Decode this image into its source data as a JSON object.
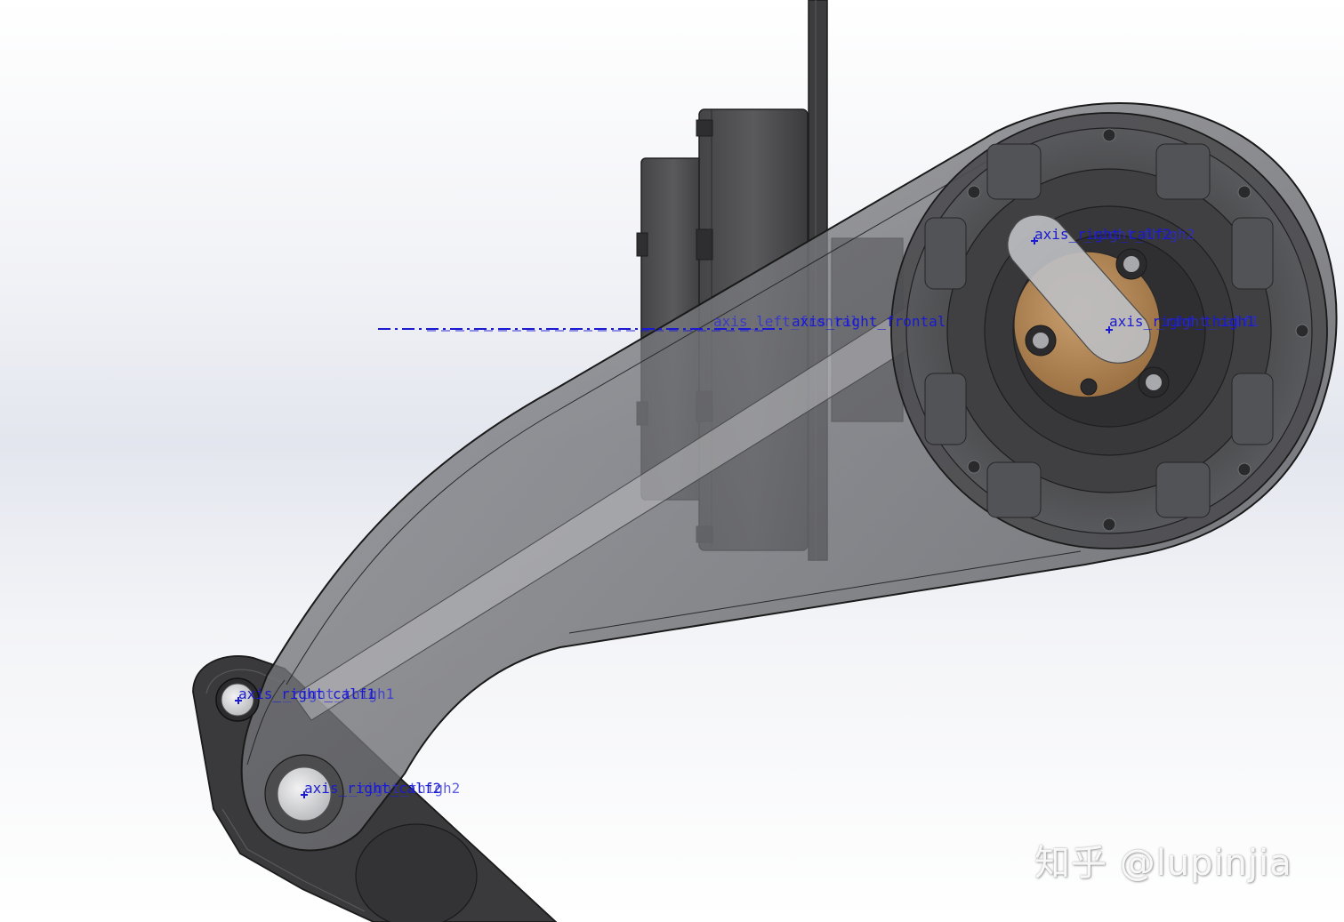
{
  "watermark": {
    "text": "知乎 @lupinjia"
  },
  "axis_labels": {
    "upper_pulley": "axis_right_calf2",
    "upper_pulley_ghost": "_right_thigh2",
    "center_pulley": "axis_right_thigh1",
    "center_pulley_ghost": "_right_calf1",
    "frontal": "axis_right_frontal",
    "frontal_ghost": "axis_left_frontal",
    "lower_left": "axis_right_calf1",
    "lower_left_ghost": "_right_thigh1",
    "lower_joint": "axis_right_calf2",
    "lower_joint_ghost": "_right_thigh2"
  },
  "colors": {
    "axis_blue": "#1a1ad0",
    "housing_dark": "#3e3e40",
    "housing_translucent": "#6a6b6e",
    "bearing_bronze": "#b98a5a",
    "link_grey": "#b9babd"
  }
}
